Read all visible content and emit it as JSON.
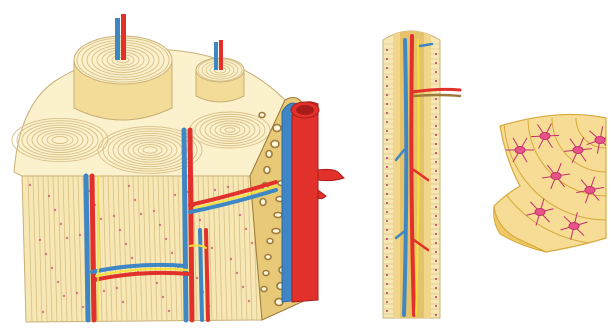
{
  "illustration": {
    "panels": [
      {
        "id": "compact-bone-block",
        "structures": [
          "osteon-cylinders",
          "haversine-canals",
          "artery",
          "vein",
          "nerve",
          "spongy-bone-edge",
          "volkmann-canals"
        ]
      },
      {
        "id": "osteon-longitudinal-section",
        "structures": [
          "central-canal",
          "artery",
          "vein",
          "nerve"
        ]
      },
      {
        "id": "bone-tissue-detail",
        "structures": [
          "lamellae",
          "osteocytes",
          "canaliculi"
        ]
      }
    ],
    "colors": {
      "bone": "#f6e7b4",
      "bone_light": "#fbf1cd",
      "bone_line": "#c9b077",
      "lamella": "#d8bf83",
      "osteocyte": "#c1326b",
      "artery": "#e2312a",
      "artery_dark": "#a81d1a",
      "vein": "#3f86c4",
      "nerve": "#f3e23a",
      "spongy": "#9c7a3c",
      "spongy_fill": "#e7c978"
    }
  }
}
